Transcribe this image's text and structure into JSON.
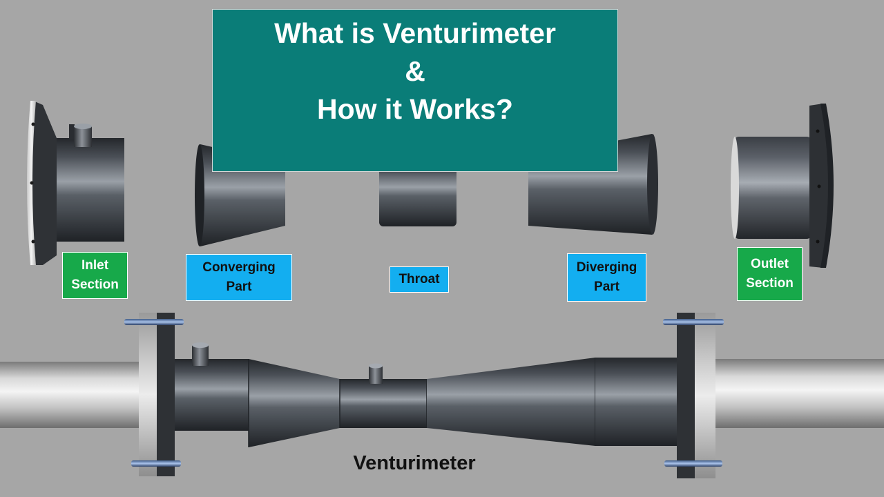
{
  "title": {
    "line1": "What is Venturimeter",
    "line2": "&",
    "line3": "How it Works?"
  },
  "labels": {
    "inlet": {
      "line1": "Inlet",
      "line2": "Section"
    },
    "converging": {
      "line1": "Converging",
      "line2": "Part"
    },
    "throat": {
      "line1": "Throat"
    },
    "diverging": {
      "line1": "Diverging",
      "line2": "Part"
    },
    "outlet": {
      "line1": "Outlet",
      "line2": "Section"
    }
  },
  "caption": "Venturimeter",
  "colors": {
    "background": "#a6a6a6",
    "title_box": "#0a7d78",
    "label_green": "#17a94a",
    "label_blue": "#13aef0",
    "metal_dark": "#3d4147",
    "pipe_light": "#e6e6e6"
  }
}
